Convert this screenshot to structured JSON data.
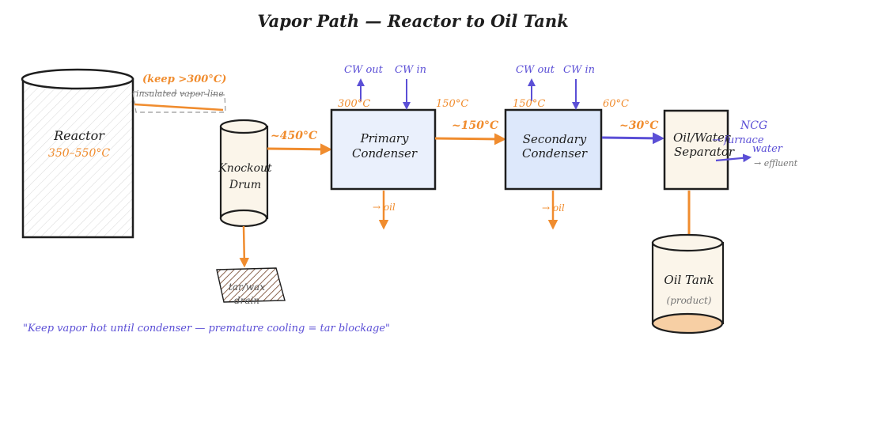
{
  "title": "Vapor Path — Reactor to Oil Tank",
  "reactor": {
    "name": "Reactor",
    "temp": "350–550°C"
  },
  "vapor_line": {
    "keep": "(keep >300°C)",
    "label": "insulated vapor line"
  },
  "knockout": {
    "line1": "Knockout",
    "line2": "Drum"
  },
  "drain": {
    "line1": "tar/wax",
    "line2": "drain"
  },
  "primary": {
    "line1": "Primary",
    "line2": "Condenser",
    "cw_out": "CW out",
    "cw_in": "CW in",
    "inlet_temp": "300°C",
    "outlet_temp": "150°C",
    "oil": "→ oil"
  },
  "secondary": {
    "line1": "Secondary",
    "line2": "Condenser",
    "cw_out": "CW out",
    "cw_in": "CW in",
    "inlet_temp": "150°C",
    "outlet_temp": "60°C",
    "oil": "→ oil"
  },
  "stream_labels": {
    "to_primary": "~450°C",
    "to_secondary": "~150°C",
    "to_separator": "~30°C"
  },
  "separator": {
    "line1": "Oil/Water",
    "line2": "Separator",
    "ncg": "NCG",
    "furnace": "→ furnace",
    "water": "water",
    "effluent": "→ effluent"
  },
  "oil_tank": {
    "name": "Oil Tank",
    "note": "(product)"
  },
  "note": "\"Keep vapor hot until condenser — premature cooling = tar blockage\"",
  "colors": {
    "ink": "#1e1e1e",
    "hot": "#f08c2e",
    "cool": "#5b4fd6",
    "condenser_fill": "#eaf0fc",
    "secondary_fill": "#dde8fb",
    "vessel_fill": "#fbf5ea",
    "tank_bottom": "#f7cfa4",
    "muted": "#777777"
  }
}
